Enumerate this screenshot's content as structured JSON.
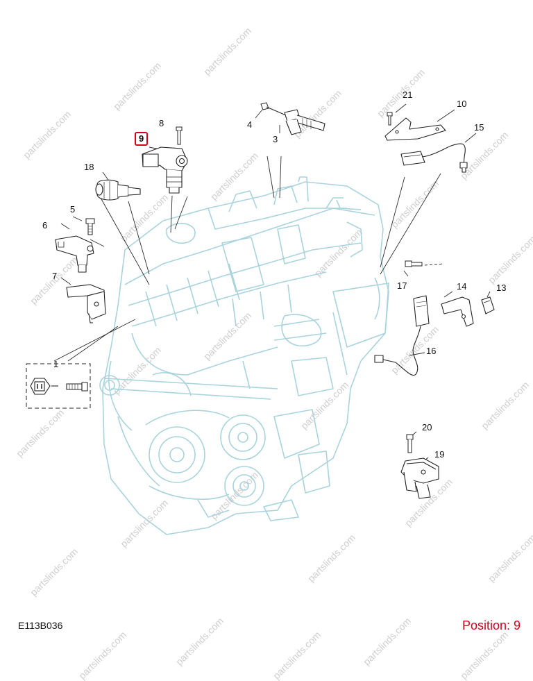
{
  "diagram": {
    "code": "E113B036",
    "position_label": "Position: 9",
    "highlighted_callout": "9",
    "accent_color": "#d0021b",
    "line_color": "#2b2b2b",
    "engine_outline_color": "#a9d3dc"
  },
  "watermark": {
    "text": "partslinds.com"
  },
  "callouts": [
    {
      "id": "1",
      "label": "1"
    },
    {
      "id": "3",
      "label": "3"
    },
    {
      "id": "4",
      "label": "4"
    },
    {
      "id": "5",
      "label": "5"
    },
    {
      "id": "6",
      "label": "6"
    },
    {
      "id": "7",
      "label": "7"
    },
    {
      "id": "8",
      "label": "8"
    },
    {
      "id": "9",
      "label": "9"
    },
    {
      "id": "10",
      "label": "10"
    },
    {
      "id": "13",
      "label": "13"
    },
    {
      "id": "14",
      "label": "14"
    },
    {
      "id": "15",
      "label": "15"
    },
    {
      "id": "16",
      "label": "16"
    },
    {
      "id": "17",
      "label": "17"
    },
    {
      "id": "18",
      "label": "18"
    },
    {
      "id": "19",
      "label": "19"
    },
    {
      "id": "20",
      "label": "20"
    },
    {
      "id": "21",
      "label": "21"
    }
  ]
}
